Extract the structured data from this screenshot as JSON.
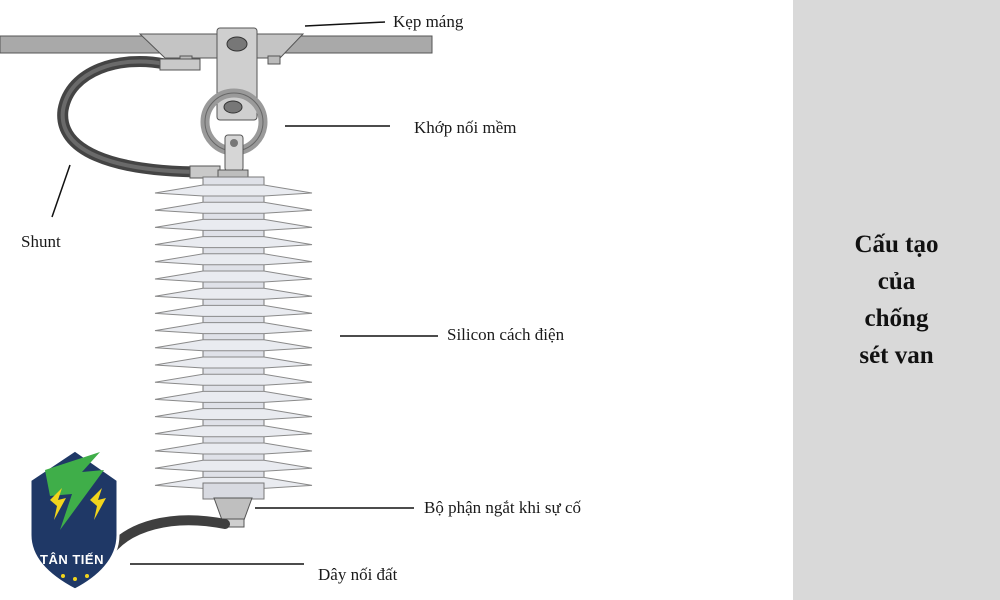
{
  "diagram": {
    "labels": {
      "clamp": "Kẹp máng",
      "flex_joint": "Khớp nối mềm",
      "shunt": "Shunt",
      "silicone": "Silicon cách điện",
      "disconnector": "Bộ phận ngắt khi sự cố",
      "ground_wire": "Dây nối đất"
    }
  },
  "side_panel": {
    "title": "Cấu tạo của chống sét van"
  },
  "logo": {
    "brand": "TÂN TIẾN",
    "colors": {
      "navy": "#1f3866",
      "green": "#3fae49",
      "yellow": "#f2d51c",
      "white": "#ffffff"
    }
  },
  "colors": {
    "metal": "#b9b9b9",
    "metal_dark": "#7a7a7a",
    "shed": "#e9ebf0",
    "cable": "#4a4a4a",
    "panel": "#d9d9d9"
  }
}
